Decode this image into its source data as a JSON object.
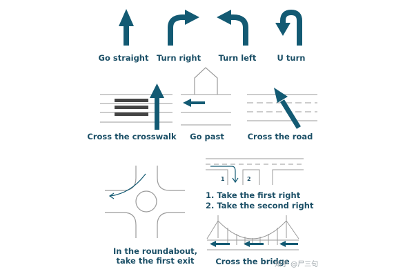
{
  "colors": {
    "primary": "#135a73",
    "line": "#9a9a9a",
    "stripe": "#444444",
    "text": "#1b4f66"
  },
  "labels": {
    "go_straight": "Go straight",
    "turn_right": "Turn right",
    "turn_left": "Turn left",
    "u_turn": "U  turn",
    "cross_crosswalk": "Cross the crosswalk",
    "go_past": "Go past",
    "cross_road": "Cross the road",
    "roundabout_line1": "In the roundabout,",
    "roundabout_line2": "take the first exit",
    "first_right": "1. Take the first right",
    "second_right": "2. Take the second right",
    "cross_bridge": "Cross the bridge",
    "marker_1": "1",
    "marker_2": "2"
  },
  "watermark": "知乎 @尸三句"
}
